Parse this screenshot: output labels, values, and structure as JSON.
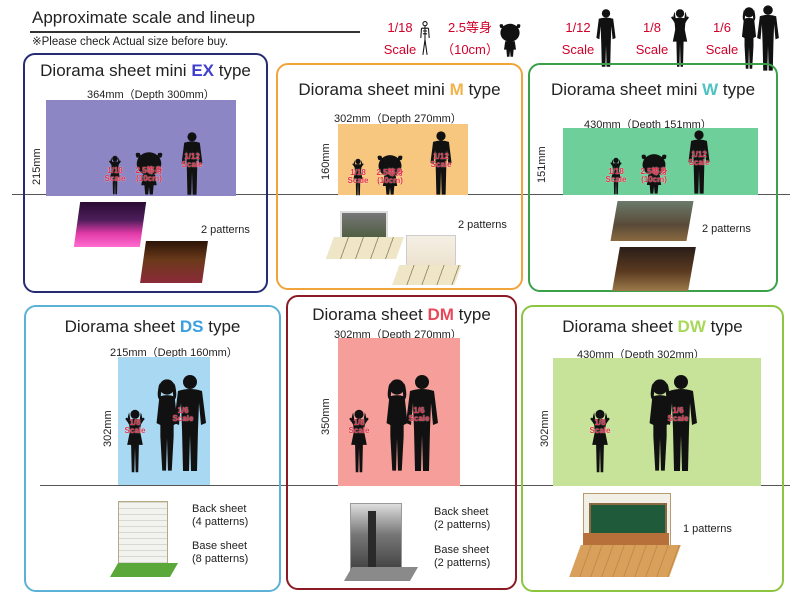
{
  "header": {
    "title": "Approximate scale and lineup",
    "note": "※Please check Actual size before buy."
  },
  "scale_legend": [
    {
      "label_top": "1/18",
      "label_bottom": "Scale",
      "icon": "small-figure-icon"
    },
    {
      "label_top": "2.5等身",
      "label_bottom": "（10cm）",
      "icon": "chibi-figure-icon"
    },
    {
      "label_top": "1/12",
      "label_bottom": "Scale",
      "icon": "man-figure-icon"
    },
    {
      "label_top": "1/8",
      "label_bottom": "Scale",
      "icon": "girl-figure-icon"
    },
    {
      "label_top": "1/6",
      "label_bottom": "Scale",
      "icon": "couple-figure-icon"
    }
  ],
  "figure_labels": {
    "s18_a": "1/18",
    "s18_b": "Scale",
    "s25_a": "2.5等身",
    "s25_b": "(10cm)",
    "s12_a": "1/12",
    "s12_b": "Scale",
    "s8_a": "1/8",
    "s8_b": "Scale",
    "s6_a": "1/6",
    "s6_b": "Scale"
  },
  "cards": {
    "ex": {
      "title_pre": "Diorama sheet mini ",
      "accent": "EX",
      "title_post": " type",
      "width_label": "364mm（Depth 300mm）",
      "height_label": "215mm",
      "patterns": "2 patterns",
      "accent_color": "#3f3fcf",
      "border_color": "#262b73",
      "bg_color": "#8c87c4"
    },
    "m": {
      "title_pre": "Diorama sheet mini ",
      "accent": "M",
      "title_post": " type",
      "width_label": "302mm（Depth 270mm）",
      "height_label": "160mm",
      "patterns": "2 patterns",
      "accent_color": "#f2b34a",
      "border_color": "#f0a43a",
      "bg_color": "#f7c77f"
    },
    "w": {
      "title_pre": "Diorama sheet mini ",
      "accent": "W",
      "title_post": " type",
      "width_label": "430mm（Depth 151mm）",
      "height_label": "151mm",
      "patterns": "2 patterns",
      "accent_color": "#4fc2c2",
      "border_color": "#3aa04a",
      "bg_color": "#6fcf9a"
    },
    "ds": {
      "title_pre": "Diorama sheet ",
      "accent": "DS",
      "title_post": " type",
      "width_label": "215mm（Depth 160mm）",
      "height_label": "302mm",
      "back_sheet": "Back sheet",
      "back_patterns": "(4 patterns)",
      "base_sheet": "Base sheet",
      "base_patterns": "(8 patterns)",
      "accent_color": "#3a9fe0",
      "border_color": "#5bb2d6",
      "bg_color": "#a9d8f2"
    },
    "dm": {
      "title_pre": "Diorama sheet ",
      "accent": "DM",
      "title_post": " type",
      "width_label": "302mm（Depth 270mm）",
      "height_label": "350mm",
      "back_sheet": "Back sheet",
      "back_patterns": "(2 patterns)",
      "base_sheet": "Base sheet",
      "base_patterns": "(2 patterns)",
      "accent_color": "#e8495a",
      "border_color": "#8c1a24",
      "bg_color": "#f59e9a"
    },
    "dw": {
      "title_pre": "Diorama sheet ",
      "accent": "DW",
      "title_post": " type",
      "width_label": "430mm（Depth 302mm）",
      "height_label": "302mm",
      "patterns": "1 patterns",
      "accent_color": "#a8d85a",
      "border_color": "#8cc53f",
      "bg_color": "#c7e39a"
    }
  },
  "colors": {
    "scale_red": "#d1002a",
    "silhouette": "#111111"
  }
}
